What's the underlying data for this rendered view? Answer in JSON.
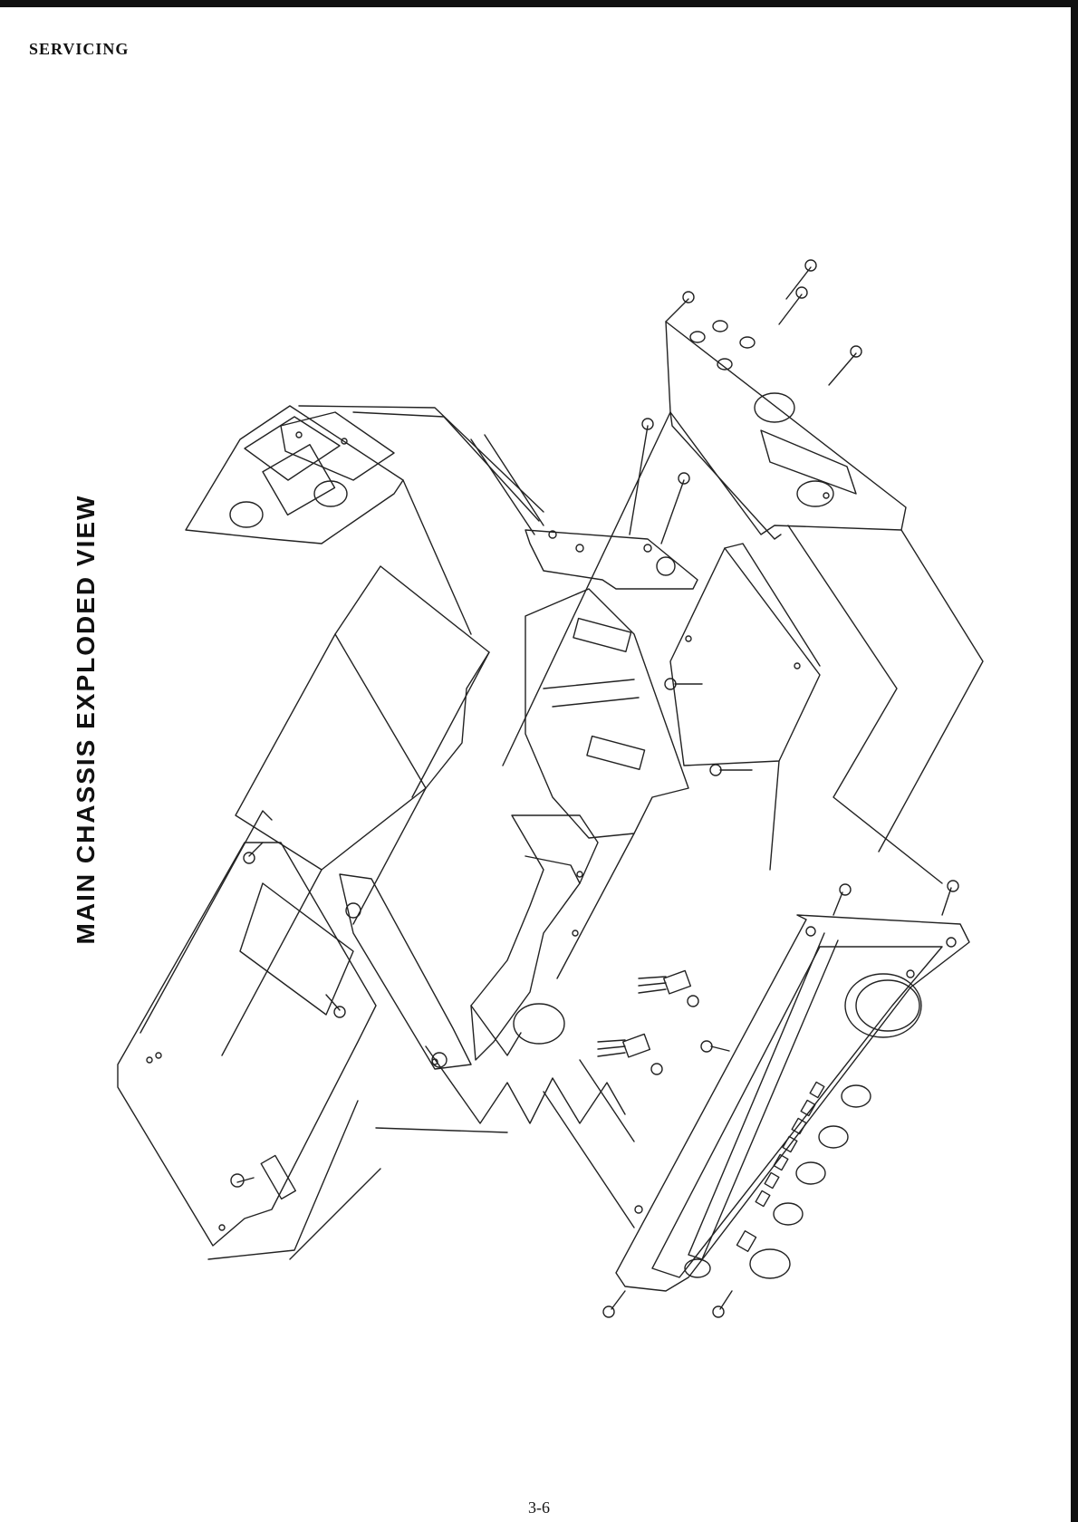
{
  "header": {
    "section_label": "SERVICING"
  },
  "diagram": {
    "title": "MAIN CHASSIS EXPLODED VIEW"
  },
  "footer": {
    "page_number": "3-6"
  }
}
